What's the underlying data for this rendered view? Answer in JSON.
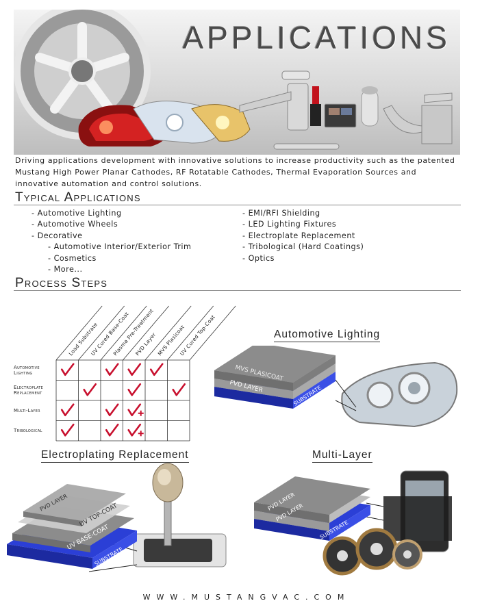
{
  "banner": {
    "title": "APPLICATIONS"
  },
  "intro": "Driving applications development with innovative solutions to increase productivity such as the patented Mustang High Power Planar Cathodes, RF Rotatable Cathodes, Thermal Evaporation Sources and innovative automation and control solutions.",
  "typical": {
    "heading": "Typical Applications",
    "left": [
      {
        "text": "- Automotive Lighting",
        "sub": false
      },
      {
        "text": "- Automotive Wheels",
        "sub": false
      },
      {
        "text": "- Decorative",
        "sub": false
      },
      {
        "text": "- Automotive Interior/Exterior Trim",
        "sub": true
      },
      {
        "text": "- Cosmetics",
        "sub": true
      },
      {
        "text": "- More...",
        "sub": true
      }
    ],
    "right": [
      "- EMI/RFI Shielding",
      "- LED Lighting Fixtures",
      "- Electroplate Replacement",
      "- Tribological (Hard Coatings)",
      "- Optics"
    ]
  },
  "process": {
    "heading": "Process Steps",
    "columns": [
      "Load Substrate",
      "UV Cured Base-Coat",
      "Plasma Pre-Treatment",
      "PVD Layer",
      "MVS Plasicoat",
      "UV Cured Top-Coat"
    ],
    "rows": [
      {
        "label": [
          "Automotive",
          "Lighting"
        ],
        "cells": [
          "check",
          "",
          "check",
          "check",
          "check",
          ""
        ]
      },
      {
        "label": [
          "Electroplate",
          "Replacement"
        ],
        "cells": [
          "",
          "check",
          "",
          "check",
          "",
          "check"
        ]
      },
      {
        "label": [
          "Multi-Layer"
        ],
        "cells": [
          "check",
          "",
          "check",
          "check+",
          "",
          ""
        ]
      },
      {
        "label": [
          "Tribological"
        ],
        "cells": [
          "check",
          "",
          "check",
          "check+",
          "",
          ""
        ]
      }
    ],
    "check_color": "#c8102e"
  },
  "illustrations": {
    "automotive": {
      "caption": "Automotive Lighting",
      "layers": [
        "MVS PLASICOAT",
        "PVD LAYER",
        "SUBSTRATE"
      ]
    },
    "electroplating": {
      "caption": "Electroplating Replacement",
      "layers": [
        "UV TOP-COAT",
        "PVD LAYER",
        "UV BASE-COAT",
        "SUBSTRATE"
      ]
    },
    "multilayer": {
      "caption": "Multi-Layer",
      "layers": [
        "PVD LAYER",
        "PVD LAYER",
        "SUBSTRATE"
      ]
    }
  },
  "colors": {
    "substrate": "#2b3fd6",
    "layer_light": "#cfcfcf",
    "layer_dark": "#8c8c8c"
  },
  "footer": {
    "url": "WWW.MUSTANGVAC.COM"
  }
}
